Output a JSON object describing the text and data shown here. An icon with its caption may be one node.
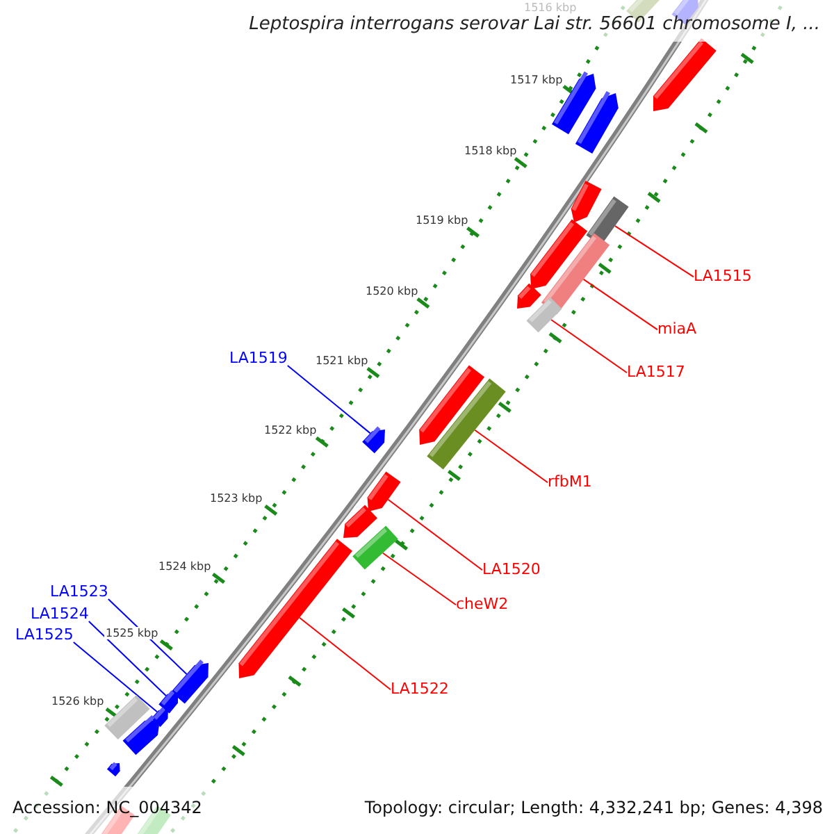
{
  "diagram": {
    "title": "Leptospira interrogans serovar Lai str. 56601 chromosome I, ...",
    "nodes": [
      {
        "text": [
          "LA1515"
        ]
      },
      {
        "text": [
          "miaA"
        ]
      },
      {
        "text": [
          "LA1517"
        ]
      },
      {
        "text": [
          "LA1519"
        ]
      },
      {
        "text": [
          "rfbM1"
        ]
      },
      {
        "text": [
          "LA1520"
        ]
      },
      {
        "text": [
          "cheW2"
        ]
      },
      {
        "text": [
          "LA1523"
        ]
      },
      {
        "text": [
          "LA1524"
        ]
      },
      {
        "text": [
          "LA1525"
        ]
      },
      {
        "text": [
          "LA1522"
        ]
      },
      {
        "text": [],
        "shape": "box"
      },
      {
        "text": [],
        "shape": "arrow"
      },
      {
        "text": [],
        "shape": "arrow"
      },
      {
        "text": [],
        "shape": "arrow"
      },
      {
        "text": [],
        "shape": "arrow"
      },
      {
        "text": [],
        "shape": "arrow"
      },
      {
        "text": [],
        "shape": "box"
      },
      {
        "text": [],
        "shape": "arrow"
      },
      {
        "text": [],
        "shape": "box"
      },
      {
        "text": [],
        "shape": "arrow"
      },
      {
        "text": [],
        "shape": "box"
      },
      {
        "text": [],
        "shape": "arrow"
      },
      {
        "text": [],
        "shape": "box"
      },
      {
        "text": [],
        "shape": "arrow"
      },
      {
        "text": [],
        "shape": "arrow"
      },
      {
        "text": [],
        "shape": "arrow"
      },
      {
        "text": [],
        "shape": "box"
      },
      {
        "text": [],
        "shape": "arrow"
      },
      {
        "text": [],
        "shape": "arrow"
      },
      {
        "text": [],
        "shape": "arrow"
      },
      {
        "text": [],
        "shape": "arrow"
      },
      {
        "text": [],
        "shape": "box"
      },
      {
        "text": [],
        "shape": "arrow"
      },
      {
        "text": [],
        "shape": "arrow"
      },
      {
        "text": [],
        "shape": "box"
      },
      {
        "text": [],
        "shape": "box"
      }
    ],
    "edges": [
      {
        "from": 0,
        "to": 17,
        "arrow": "none"
      },
      {
        "from": 1,
        "to": 19,
        "arrow": "none"
      },
      {
        "from": 2,
        "to": 21,
        "arrow": "none"
      },
      {
        "from": 3,
        "to": 24,
        "arrow": "none",
        "color": "#0000ff"
      },
      {
        "from": 4,
        "to": 23,
        "arrow": "none"
      },
      {
        "from": 5,
        "to": 25,
        "arrow": "none"
      },
      {
        "from": 6,
        "to": 27,
        "arrow": "none"
      },
      {
        "from": 7,
        "to": 29,
        "arrow": "none",
        "color": "#0000ff"
      },
      {
        "from": 8,
        "to": 30,
        "arrow": "none",
        "color": "#0000ff"
      },
      {
        "from": 9,
        "to": 31,
        "arrow": "none",
        "color": "#0000ff"
      },
      {
        "from": 10,
        "to": 28,
        "arrow": "none"
      }
    ],
    "labels": [
      "1516 kbp",
      "1517 kbp",
      "1518 kbp",
      "1519 kbp",
      "1520 kbp",
      "1521 kbp",
      "1522 kbp",
      "1523 kbp",
      "1524 kbp",
      "1525 kbp",
      "1526 kbp",
      "Accession: NC_004342",
      "Topology: circular; Length: 4,332,241 bp; Genes: 4,398"
    ]
  }
}
